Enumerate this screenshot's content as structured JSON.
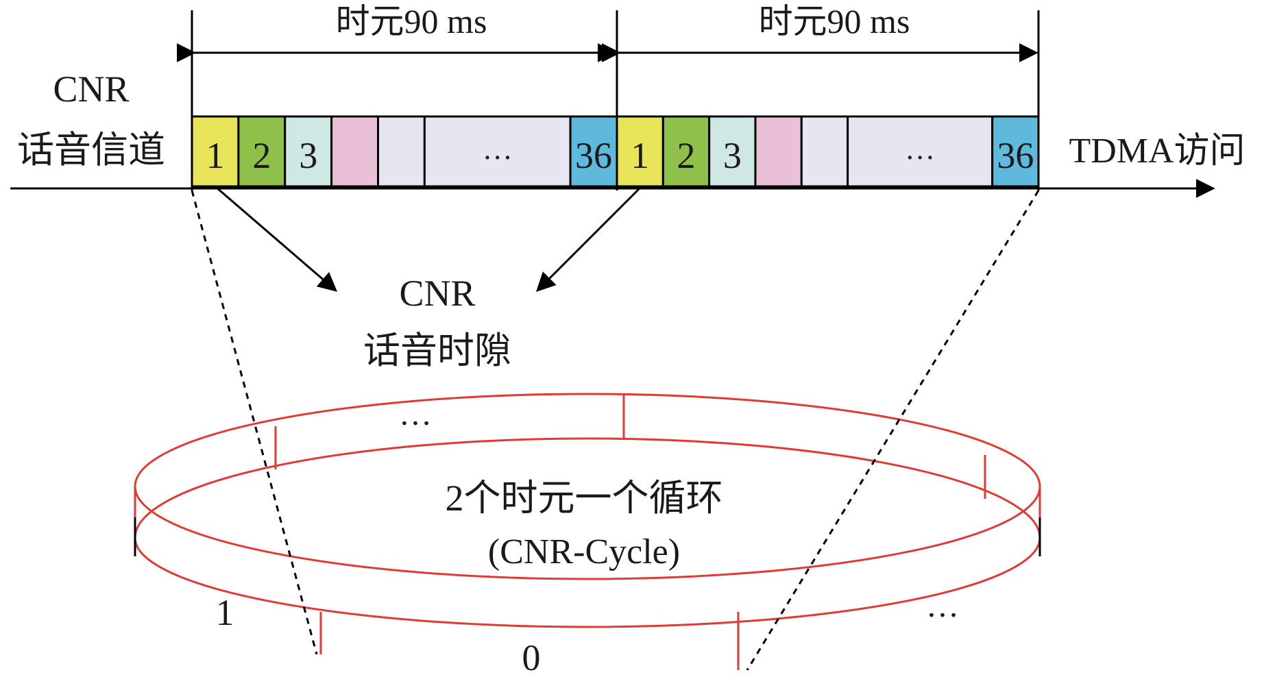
{
  "labels": {
    "epoch_1": "时元90 ms",
    "epoch_2": "时元90 ms",
    "channel_line_1": "CNR",
    "channel_line_2": "话音信道",
    "access_label": "TDMA访问",
    "slot_label_line_1": "CNR",
    "slot_label_line_2": "话音时隙",
    "cycle_title": "2个时元一个循环",
    "cycle_subtitle": "(CNR-Cycle)"
  },
  "epoch_1_slots": [
    {
      "text": "1",
      "color": "#e8e55a"
    },
    {
      "text": "2",
      "color": "#8fc04a"
    },
    {
      "text": "3",
      "color": "#cfe8e4"
    },
    {
      "text": "",
      "color": "#eac0d6"
    },
    {
      "text": "",
      "color": "#e6e6f0"
    },
    {
      "text": "…",
      "color": "#e6e6f0"
    },
    {
      "text": "36",
      "color": "#5fb9dc"
    }
  ],
  "epoch_2_slots": [
    {
      "text": "1",
      "color": "#e8e55a"
    },
    {
      "text": "2",
      "color": "#8fc04a"
    },
    {
      "text": "3",
      "color": "#cfe8e4"
    },
    {
      "text": "",
      "color": "#eac0d6"
    },
    {
      "text": "",
      "color": "#e6e6f0"
    },
    {
      "text": "…",
      "color": "#e6e6f0"
    },
    {
      "text": "36",
      "color": "#5fb9dc"
    }
  ],
  "ring_labels": {
    "top": "…",
    "left_front": "1",
    "front_center": "0",
    "right_front": "…"
  },
  "colors": {
    "ring": "#e03a32",
    "line": "#000000"
  }
}
